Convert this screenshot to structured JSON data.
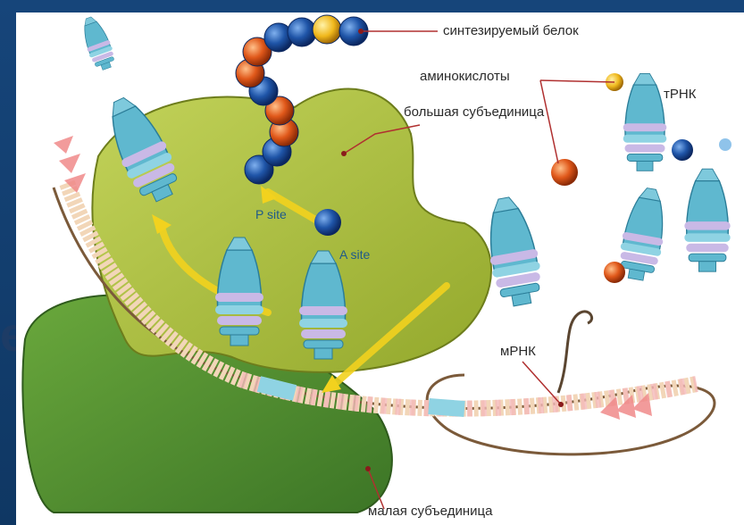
{
  "background_letter": "e",
  "labels": {
    "protein": "синтезируемый белок",
    "amino_acids": "аминокислоты",
    "large_subunit": "большая субъединица",
    "trna": "тРНК",
    "p_site": "P site",
    "a_site": "A site",
    "mrna": "мРНК",
    "small_subunit": "малая субъединица"
  },
  "colors": {
    "large_subunit": "#a9be3c",
    "small_subunit": "#4f8c2f",
    "trna_body": "#5fb8cf",
    "trna_stripe": "#c9b9e6",
    "protein_blue": "#1f55a8",
    "protein_orange": "#e0581a",
    "arrow": "#f2d21e",
    "frame": "#123f6e"
  }
}
